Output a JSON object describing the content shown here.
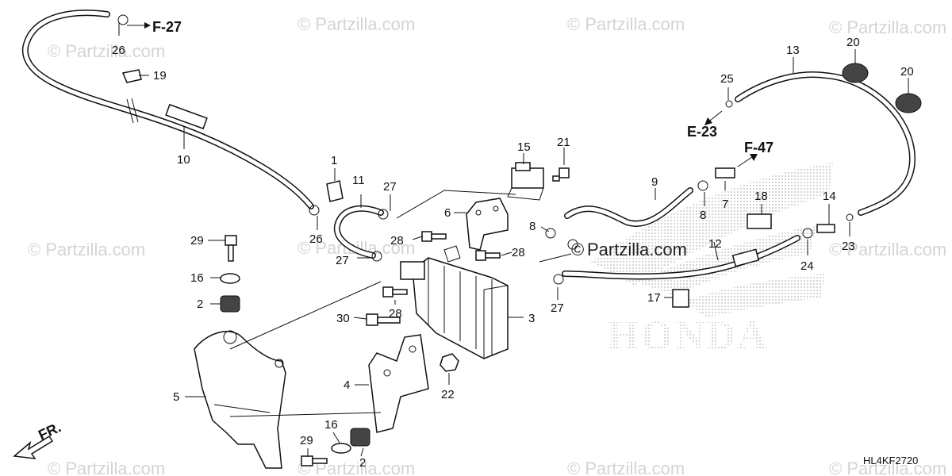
{
  "diagram": {
    "code": "HL4KF2720",
    "front_label": "FR.",
    "watermark_text": "© Partzilla.com",
    "center_watermark": "Partzilla.com",
    "brand_mark": "HONDA",
    "refs": [
      "F-27",
      "E-23",
      "F-47"
    ],
    "callouts": [
      "1",
      "2",
      "2",
      "3",
      "4",
      "5",
      "6",
      "7",
      "8",
      "8",
      "9",
      "10",
      "11",
      "12",
      "13",
      "14",
      "15",
      "16",
      "16",
      "17",
      "18",
      "19",
      "20",
      "20",
      "21",
      "22",
      "23",
      "24",
      "25",
      "26",
      "26",
      "27",
      "27",
      "27",
      "28",
      "28",
      "28",
      "29",
      "29",
      "30"
    ]
  }
}
